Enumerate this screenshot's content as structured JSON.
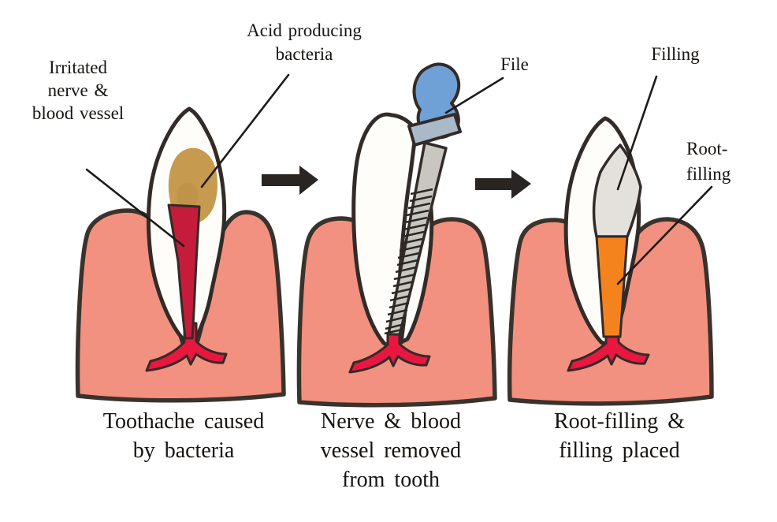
{
  "diagram": {
    "kind": "root-canal-treatment-steps",
    "background": "#ffffff",
    "step_count": 3
  },
  "colors": {
    "outline": "#332b28",
    "gum_outline": "#3a322c",
    "gum": "#f2917f",
    "tooth": "#fffdfa",
    "nerve_red": "#c41c3a",
    "vessel_red": "#e8173f",
    "bacteria": "#c79b4f",
    "bacteria_shadow": "#b08337",
    "file_handle": "#6fa0d6",
    "file_collar": "#a9b9c7",
    "file_shaft": "#c9c6c0",
    "thread": "#2b2724",
    "filling": "#e4e1dc",
    "root_filling": "#f5831d",
    "arrow": "#2a2422",
    "leader_line": "#1e1a18",
    "text": "#161310"
  },
  "labels": {
    "irritated_nerve": "Irritated\nnerve &\nblood vessel",
    "acid_bacteria": "Acid producing\nbacteria",
    "file": "File",
    "filling": "Filling",
    "root_filling": "Root-\nfilling"
  },
  "panels": [
    {
      "caption": "Toothache caused\nby bacteria"
    },
    {
      "caption": "Nerve & blood\nvessel removed\nfrom tooth"
    },
    {
      "caption": "Root-filling &\nfilling placed"
    }
  ]
}
